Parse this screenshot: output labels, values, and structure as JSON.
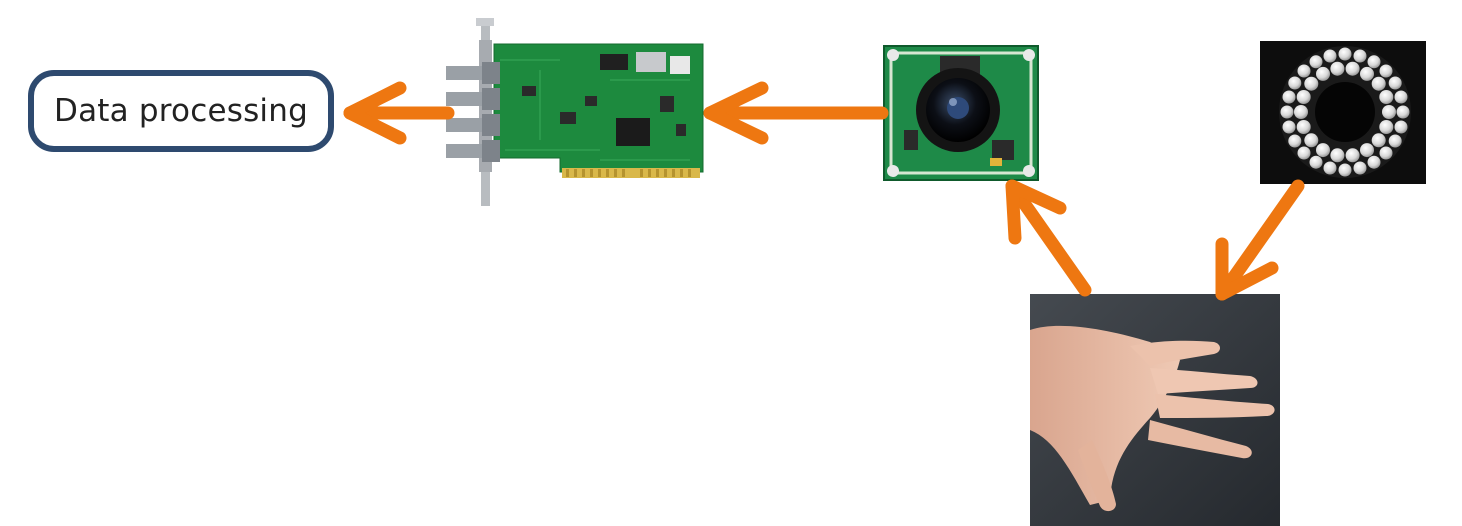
{
  "processing": {
    "label": "Data processing"
  },
  "colors": {
    "arrow": "#ee7711",
    "box_border": "#2e4a6f",
    "pcb_green": "#1d8a3e"
  },
  "nodes": [
    {
      "id": "frame-grabber",
      "icon": "pci-capture-card-icon"
    },
    {
      "id": "camera",
      "icon": "board-camera-icon"
    },
    {
      "id": "led-ring",
      "icon": "led-ring-light-icon"
    },
    {
      "id": "hand",
      "icon": "hand-photo-icon"
    }
  ],
  "edges": [
    {
      "from": "frame-grabber",
      "to": "processing"
    },
    {
      "from": "camera",
      "to": "frame-grabber"
    },
    {
      "from": "hand",
      "to": "camera"
    },
    {
      "from": "led-ring",
      "to": "hand"
    }
  ]
}
